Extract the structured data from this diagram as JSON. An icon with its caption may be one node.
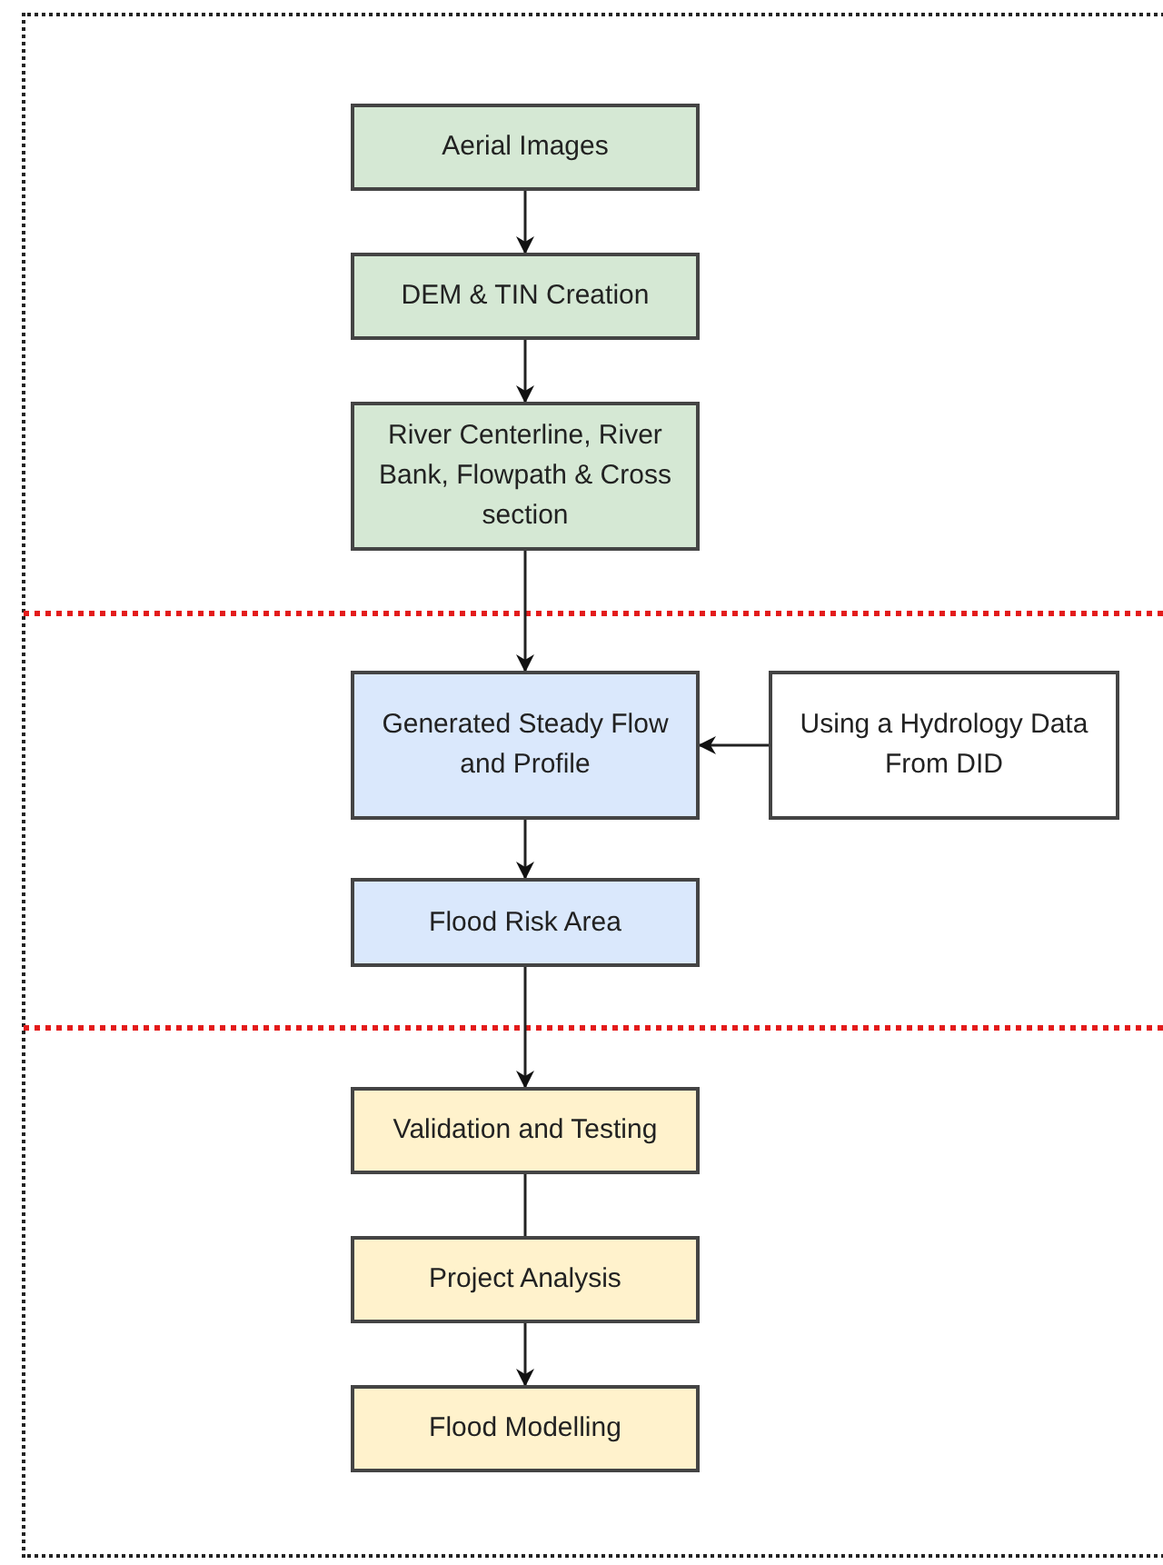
{
  "diagram": {
    "nodes": [
      {
        "text": [
          "Aerial Images"
        ]
      },
      {
        "text": [
          "DEM & TIN Creation"
        ]
      },
      {
        "text": [
          "River Centerline, River Bank, Flowpath & Cross section"
        ]
      },
      {
        "text": [
          "Generated Steady Flow and Profile"
        ]
      },
      {
        "text": [
          "Using a Hydrology Data From DID"
        ]
      },
      {
        "text": [
          "Flood Risk Area"
        ]
      },
      {
        "text": [
          "Validation and Testing"
        ]
      },
      {
        "text": [
          "Project Analysis"
        ]
      },
      {
        "text": [
          "Flood Modelling"
        ]
      }
    ],
    "edges": [
      {
        "from": 0,
        "to": 1,
        "arrow": "to"
      },
      {
        "from": 1,
        "to": 2,
        "arrow": "to"
      },
      {
        "from": 2,
        "to": 3,
        "arrow": "to"
      },
      {
        "from": 4,
        "to": 3,
        "arrow": "to"
      },
      {
        "from": 3,
        "to": 5,
        "arrow": "to"
      },
      {
        "from": 5,
        "to": 6,
        "arrow": "to"
      },
      {
        "from": 6,
        "to": 7,
        "arrow": "none"
      },
      {
        "from": 7,
        "to": 8,
        "arrow": "to"
      }
    ]
  }
}
